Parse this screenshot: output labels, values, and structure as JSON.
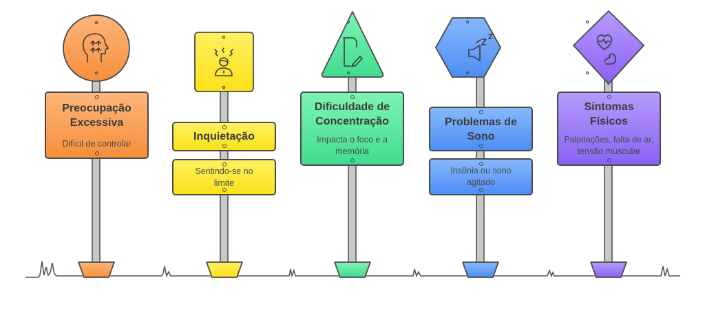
{
  "colors": {
    "orange": "#f79a4a",
    "yellow": "#fbe62a",
    "green": "#4ee39a",
    "blue": "#5b97f7",
    "purple": "#946ef7",
    "outline": "#4a4a4a",
    "pole": "#c8c8c8"
  },
  "signs": [
    {
      "title": "Preocupação Excessiva",
      "description": "Difícil de controlar",
      "shape": "circle",
      "icon": "head-arrows-icon"
    },
    {
      "title": "Inquietação",
      "description": "Sentindo-se no limite",
      "shape": "square",
      "icon": "stressed-person-icon"
    },
    {
      "title": "Dificuldade de Concentração",
      "description": "Impacta o foco e a memória",
      "shape": "triangle",
      "icon": "document-pen-icon"
    },
    {
      "title": "Problemas de Sono",
      "description": "Insônia ou sono agitado",
      "shape": "hexagon",
      "icon": "sleep-zzz-icon"
    },
    {
      "title": "Sintomas Físicos",
      "description": "Palpitações, falta de ar, tensão muscular",
      "shape": "diamond",
      "icon": "heart-muscle-icon"
    }
  ]
}
